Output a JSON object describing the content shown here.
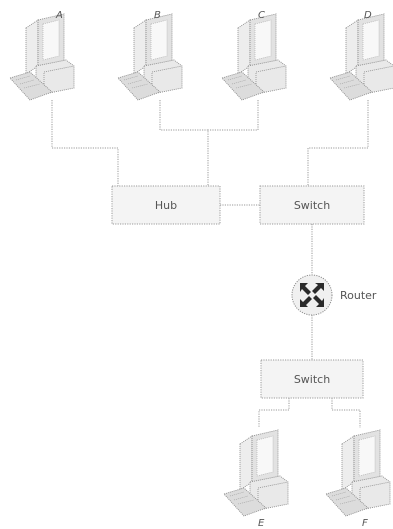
{
  "computers": [
    {
      "id": "pc-a",
      "label": "A"
    },
    {
      "id": "pc-b",
      "label": "B"
    },
    {
      "id": "pc-c",
      "label": "C"
    },
    {
      "id": "pc-d",
      "label": "D"
    },
    {
      "id": "pc-e",
      "label": "E"
    },
    {
      "id": "pc-f",
      "label": "F"
    }
  ],
  "hub": {
    "label": "Hub"
  },
  "switch_top": {
    "label": "Switch"
  },
  "switch_bottom": {
    "label": "Switch"
  },
  "router": {
    "label": "Router"
  },
  "colors": {
    "line": "#9a9a9a",
    "box_fill": "#f4f4f4",
    "text": "#555555",
    "router_arrows": "#2a2a2a"
  },
  "icons": {
    "computer": "desktop-computer-icon",
    "router": "router-icon"
  }
}
